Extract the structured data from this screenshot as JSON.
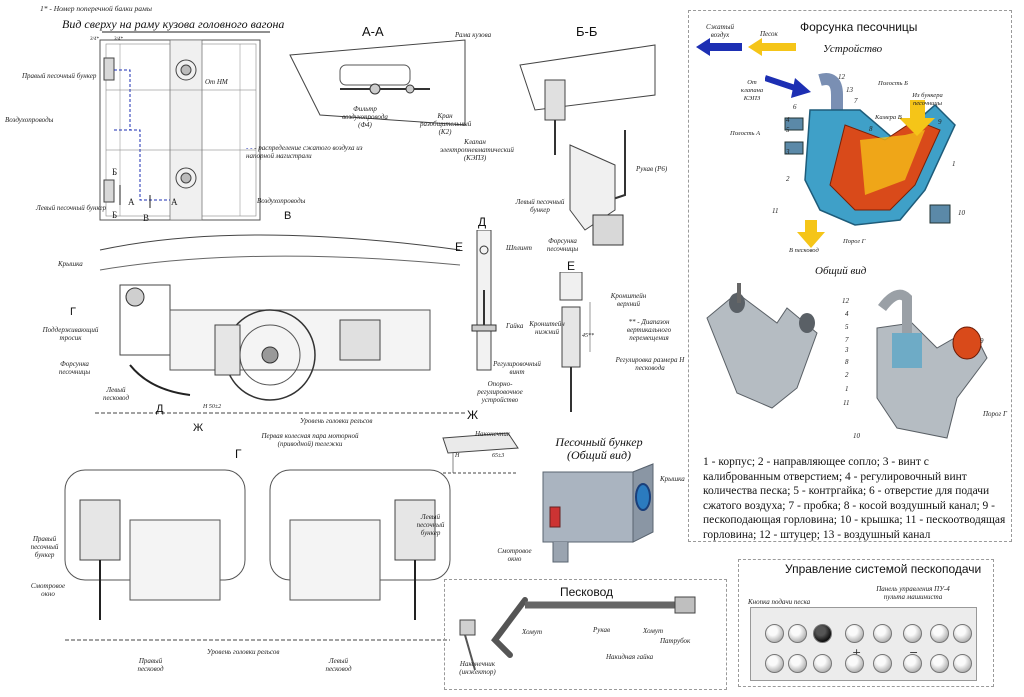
{
  "footnote": "1* - Номер поперечной балки рамы",
  "top_view": {
    "title": "Вид сверху на раму кузова головного вагона",
    "labels": [
      "Правый песочный бункер",
      "Воздухопроводы",
      "От НМ",
      "Левый песочный бункер",
      "Воздухопроводы"
    ],
    "beam_marks": [
      "3/4*",
      "3/4*"
    ],
    "section_marks": [
      "Б",
      "Б",
      "А",
      "А",
      "В"
    ],
    "air_note": "- распределение сжатого воздуха из напорной магистрали"
  },
  "section_aa": {
    "title": "А-А",
    "labels": [
      "Рама кузова",
      "Фильтр воздухопровода (Ф4)",
      "Кран разобщительный (К2)"
    ]
  },
  "section_bb": {
    "title": "Б-Б",
    "labels": [
      "Клапан электропневматический (КЭПЗ)",
      "Рукав (Р6)",
      "Левый песочный бункер",
      "Форсунка песочницы"
    ]
  },
  "view_v": {
    "title": "В",
    "labels": [
      "Крышка",
      "Поддерживающий тросик",
      "Форсунка песочницы",
      "Левый песковод",
      "Уровень головки рельсов",
      "Первая колесная пара моторной (приводной) тележки"
    ],
    "marks": [
      "Г",
      "Д",
      "Ж"
    ],
    "dim": "H 50±2"
  },
  "detail_d": {
    "title": "Д",
    "labels": [
      "Шплинт",
      "Гайка",
      "Регулировочный винт",
      "Опорно-регулировочное устройство"
    ]
  },
  "detail_e": {
    "title": "Е",
    "marks": [
      "Е"
    ],
    "labels": [
      "Кронштейн верхний",
      "Кронштейн нижний",
      "** - Диапазон вертикального перемещения",
      "Регулировка размера H песковода"
    ],
    "dim": "45**"
  },
  "detail_zh": {
    "title": "Ж",
    "labels": [
      "Наконечник"
    ],
    "dims": [
      "H",
      "65±3"
    ]
  },
  "view_g": {
    "title": "Г",
    "labels": [
      "Правый песочный бункер",
      "Смотровое окно",
      "Правый песковод",
      "Уровень головки рельсов",
      "Левый песочный бункер",
      "Левый песковод"
    ]
  },
  "sand_bunker": {
    "title": "Песочный бункер (Общий вид)",
    "labels": [
      "Крышка",
      "Смотровое окно"
    ]
  },
  "pipe": {
    "title": "Песковод",
    "labels": [
      "Хомут",
      "Рукав",
      "Хомут",
      "Патрубок",
      "Накидная гайка",
      "Наконечник (инжектор)"
    ]
  },
  "nozzle": {
    "title": "Форсунка песочницы",
    "subtitle": "Устройство",
    "arrows": [
      "Сжатый воздух",
      "Песок"
    ],
    "labels": [
      "От клапана КЭПЗ",
      "Полость Б",
      "Из бункера песочницы",
      "Камера В",
      "Полость А",
      "В песковод",
      "Порог Г"
    ],
    "numbers": [
      "12",
      "13",
      "7",
      "6",
      "4",
      "5",
      "3",
      "2",
      "11",
      "8",
      "9",
      "1",
      "10"
    ],
    "general_title": "Общий вид",
    "general_numbers": [
      "12",
      "4",
      "5",
      "7",
      "3",
      "8",
      "2",
      "1",
      "11",
      "9",
      "10"
    ],
    "general_labels": [
      "Порог Г"
    ],
    "legend": "1 - корпус; 2 - направляющее сопло; 3 - винт с калиброванным отверстием; 4 - регулировочный винт количества песка; 5 - контргайка; 6 - отверстие для подачи сжатого воздуха; 7 - пробка; 8 - косой воздушный канал; 9 - пескоподающая горловина; 10 - крышка; 11 - пескоотводящая горловина; 12 - штуцер; 13 - воздушный канал",
    "colors": {
      "air": "#1d2fb3",
      "sand": "#f5c518",
      "body": "#3fa0c8",
      "chamber": "#d94a1a"
    }
  },
  "control": {
    "title": "Управление системой пескоподачи",
    "button_label": "Кнопка подачи песка",
    "panel_label": "Панель управления ПУ-4 пульта машиниста"
  }
}
